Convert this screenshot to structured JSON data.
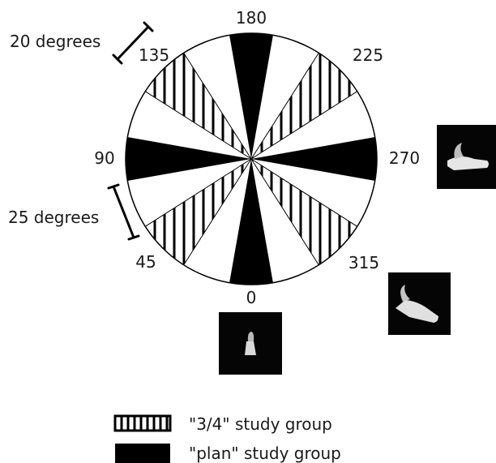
{
  "diagram": {
    "angle_labels": {
      "top": "180",
      "upper_left": "135",
      "upper_right": "225",
      "left": "90",
      "right": "270",
      "lower_left": "45",
      "lower_right": "315",
      "bottom": "0"
    },
    "spacing_labels": {
      "twenty": "20 degrees",
      "twentyfive": "25 degrees"
    },
    "legend": {
      "striped_label": "\"3/4\" study group",
      "solid_label": "\"plan\" study group"
    },
    "colors": {
      "solid": "#000000",
      "outline": "#000000",
      "background": "#ffffff",
      "photo_bg": "#050505"
    },
    "thumbnails": [
      "plane-side-view",
      "plane-three-quarter-view",
      "plane-front-view"
    ]
  }
}
